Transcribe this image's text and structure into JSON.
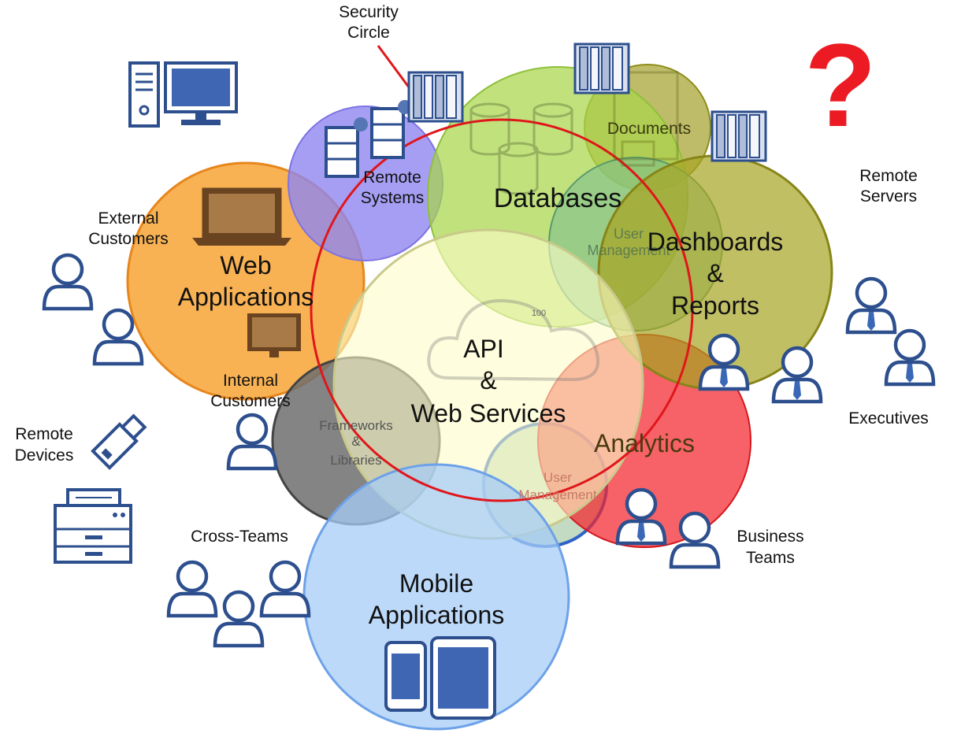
{
  "labels": {
    "security_circle": [
      "Security",
      "Circle"
    ],
    "question_mark": "?",
    "remote_servers": [
      "Remote",
      "Servers"
    ],
    "external_customers": [
      "External",
      "Customers"
    ],
    "internal_customers": [
      "Internal",
      "Customers"
    ],
    "remote_devices": [
      "Remote",
      "Devices"
    ],
    "cross_teams": "Cross-Teams",
    "executives": "Executives",
    "business_teams": [
      "Business",
      "Teams"
    ]
  },
  "circles": {
    "web_applications": [
      "Web",
      "Applications"
    ],
    "remote_systems": [
      "Remote",
      "Systems"
    ],
    "databases": "Databases",
    "documents": "Documents",
    "user_management_top": [
      "User",
      "Management"
    ],
    "dashboards_reports": [
      "Dashboards",
      "&",
      "Reports"
    ],
    "api_web_services": [
      "API",
      "&",
      "Web Services"
    ],
    "cloud_value": "100",
    "frameworks_libraries": [
      "Frameworks",
      "&",
      "Libraries"
    ],
    "analytics": "Analytics",
    "user_management_bottom": [
      "User",
      "Management"
    ],
    "mobile_applications": [
      "Mobile",
      "Applications"
    ]
  },
  "colors": {
    "web_applications": "#f7a535",
    "remote_systems": "#8f86f0",
    "databases": "#a9d64b",
    "documents": "#a2a02a",
    "dashboards_reports": "#a6a422",
    "api_web_services": "#fdfdc8",
    "frameworks_libraries": "#6e6e6e",
    "analytics": "#f2262c",
    "mobile_applications": "#a6ccf7",
    "security_circle": "#e0161b",
    "question_mark": "#ec1b23",
    "icon_blue": "#2d4f8e"
  }
}
